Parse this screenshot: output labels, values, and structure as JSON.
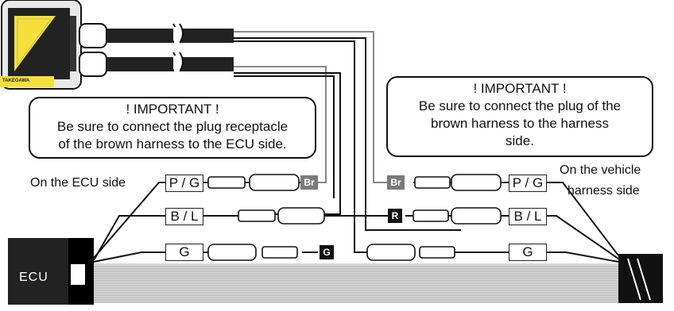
{
  "callouts": {
    "left": {
      "title": "! IMPORTANT !",
      "line1": "Be sure to connect the plug receptacle",
      "line2": "of the brown harness to the ECU side."
    },
    "right": {
      "title": "! IMPORTANT !",
      "line1": "Be sure to connect the plug of the",
      "line2": "brown harness to the harness",
      "line3": "side."
    }
  },
  "labels": {
    "ecu_side": "On the ECU side",
    "vehicle_side_1": "On the vehicle",
    "vehicle_side_2": "harness side",
    "ecu": "ECU",
    "brand": "TAKEGAWA"
  },
  "wires": {
    "left": [
      "P / G",
      "B / L",
      "G"
    ],
    "right": [
      "P / G",
      "B / L",
      "G"
    ]
  },
  "tags": {
    "br_left": "Br",
    "br_right": "Br",
    "r": "R",
    "g": "G"
  },
  "colors": {
    "line": "#111111",
    "grey_wire": "#888888",
    "tag_grey": "#7a7a7a",
    "tag_black": "#111111",
    "device_yellow": "#f5e03a",
    "harness_fill": "#d9d9d9"
  }
}
